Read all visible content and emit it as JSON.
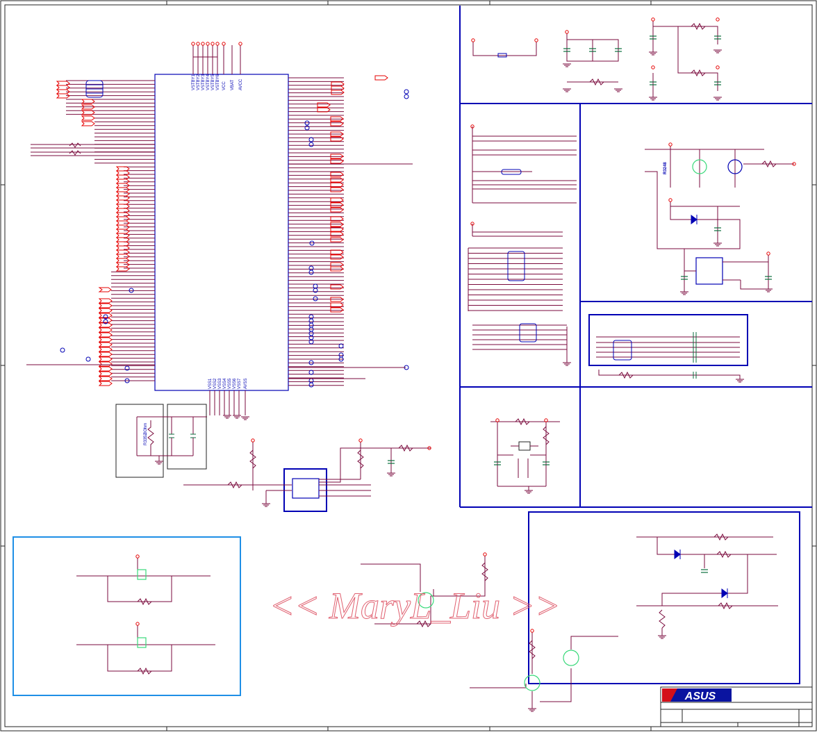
{
  "watermark": "<< MaryL_Liu >>",
  "logo": "ASUS",
  "ic_top_pins": [
    "VSTBY1",
    "VSTBY2",
    "VSTBY3",
    "VSTBY4",
    "VSTBY5",
    "VSTBY6",
    "VCC",
    "VBAT",
    "AVCC"
  ],
  "ic_bottom_pins": [
    "VSS1",
    "VSS2",
    "VSS3",
    "VSS4",
    "VSS5",
    "VSS6",
    "VSS7",
    "AVSS"
  ],
  "labels": {
    "r3352": "R3352",
    "ohm": "0Ohm",
    "r3248": "R3248"
  },
  "colors": {
    "frame": "#222222",
    "wire": "#7a0a3c",
    "box": "#0000b4",
    "box_light": "#1e8fe6",
    "port": "#e60000",
    "part": "#0a6e3c",
    "highlight": "#39d97a"
  }
}
